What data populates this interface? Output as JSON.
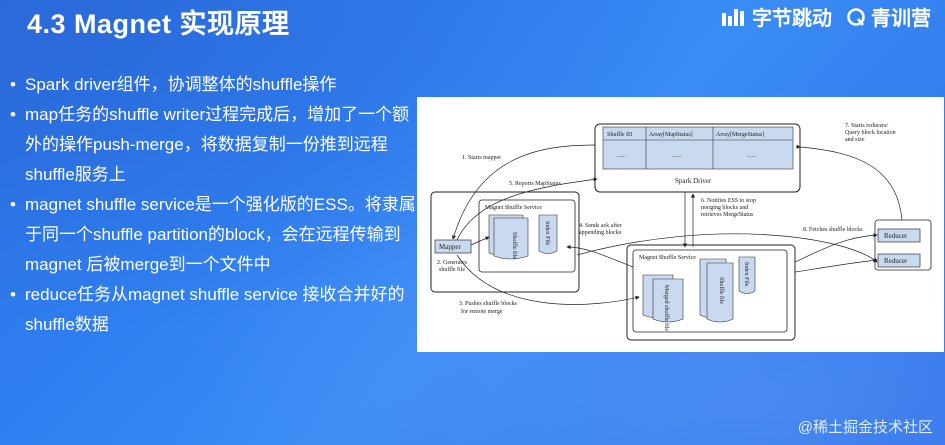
{
  "slide": {
    "title": "4.3 Magnet 实现原理",
    "brand": {
      "company": "字节跳动",
      "product": "青训营"
    },
    "watermark": "@稀土掘金技术社区"
  },
  "bullets": [
    "Spark driver组件，协调整体的shuffle操作",
    "map任务的shuffle writer过程完成后，增加了一个额外的操作push-merge，将数据复制一份推到远程shuffle服务上",
    "magnet shuffle service是一个强化版的ESS。将隶属于同一个shuffle partition的block，会在远程传输到magnet 后被merge到一个文件中",
    "reduce任务从magnet shuffle service 接收合并好的shuffle数据"
  ],
  "diagram": {
    "driver_title": "Spark Driver",
    "table_headers": [
      "Shuffle ID",
      "Array[MapStatus]",
      "Array[MergeStatus]"
    ],
    "table_cells": [
      "......",
      "......",
      "......"
    ],
    "mapper": "Mapper",
    "left_service": "Magnet Shuffle Service",
    "center_service": "Magnet Shuffle Service",
    "shuffle_file": "Shuffle file",
    "index_file": "Index File",
    "merged_file": "Merged shuffle file",
    "reducer_1": "Reducer",
    "reducer_2": "Reducer",
    "step1": "1. Starts mapper",
    "step2a": "2. Generates",
    "step2b": "shuffle file",
    "step3a": "3. Pushes shuffle blocks",
    "step3b": "for remote merge",
    "step4a": "4. Sends ack after",
    "step4b": "appending blocks",
    "step5": "5. Reports MapStatus",
    "step6a": "6. Notifies ESS to stop",
    "step6b": "merging blocks and",
    "step6c": "retrieves MergeStatus",
    "step7a": "7. Starts reducers/",
    "step7b": "Query block location",
    "step7c": "and size",
    "step8": "8. Fetches shuffle blocks"
  }
}
